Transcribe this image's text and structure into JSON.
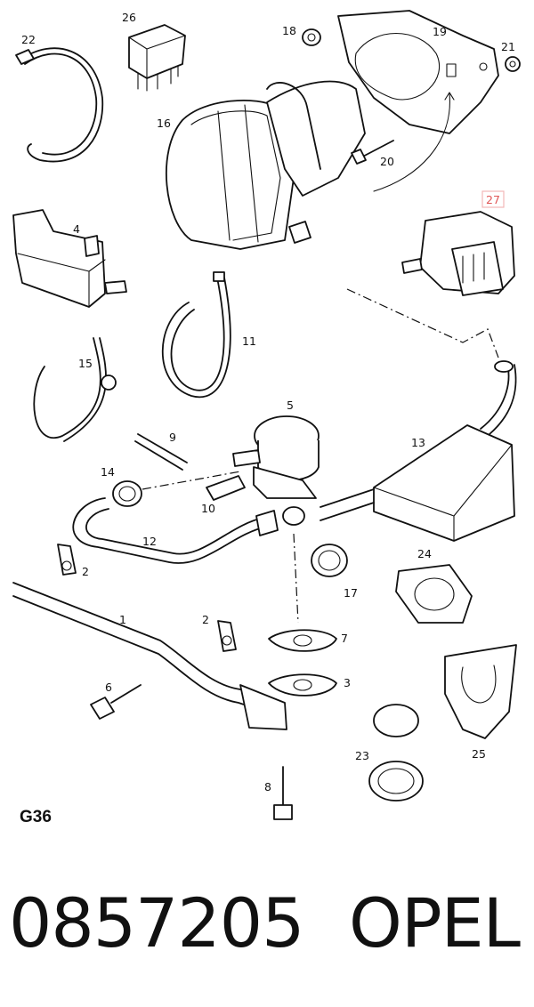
{
  "diagram": {
    "sheet_code": "G36",
    "highlighted_callout": "27",
    "colors": {
      "line": "#111111",
      "highlight": "#e05555",
      "highlight_box": "#f2b8b8"
    },
    "callouts": {
      "c1": "1",
      "c2a": "2",
      "c2b": "2",
      "c3": "3",
      "c4": "4",
      "c5": "5",
      "c6": "6",
      "c7": "7",
      "c8": "8",
      "c9": "9",
      "c10": "10",
      "c11": "11",
      "c12": "12",
      "c13": "13",
      "c14": "14",
      "c15": "15",
      "c16": "16",
      "c17": "17",
      "c18": "18",
      "c19": "19",
      "c20": "20",
      "c21": "21",
      "c22": "22",
      "c23": "23",
      "c24": "24",
      "c25": "25",
      "c26": "26",
      "c27": "27"
    }
  },
  "footer": {
    "part_number": "0857205",
    "brand": "OPEL"
  }
}
